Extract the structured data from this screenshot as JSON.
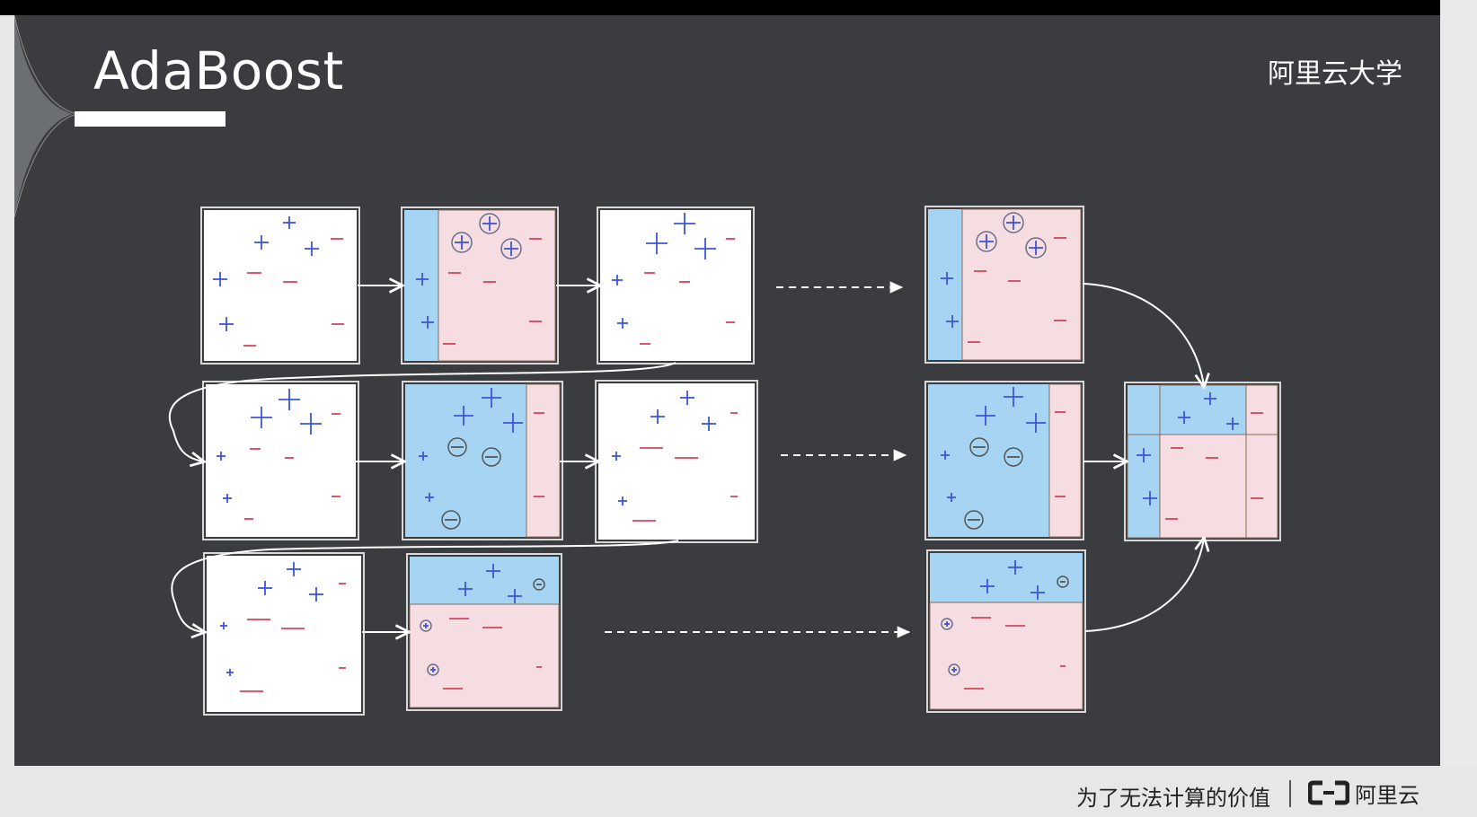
{
  "slide": {
    "title": "AdaBoost",
    "brand": "阿里云大学"
  },
  "footer": {
    "slogan": "为了无法计算的价值",
    "logo_text": "阿里云"
  },
  "colors": {
    "positive_region": "#a6d5f3",
    "negative_region": "#f6dde1",
    "plus_mark": "#3d55d8",
    "minus_mark": "#d6455e",
    "background": "#3a3c3f"
  },
  "diagram": {
    "rows": [
      {
        "name": "round-1",
        "panels": [
          "data-weights-1",
          "weak-classifier-1 (vertical split, + left)",
          "updated-weights-1"
        ]
      },
      {
        "name": "round-2",
        "panels": [
          "data-weights-2",
          "weak-classifier-2 (vertical split, + left)",
          "updated-weights-2"
        ]
      },
      {
        "name": "round-3",
        "panels": [
          "data-weights-3",
          "weak-classifier-3 (horizontal split, + top)"
        ]
      }
    ],
    "ensemble": "combined-classifier"
  }
}
